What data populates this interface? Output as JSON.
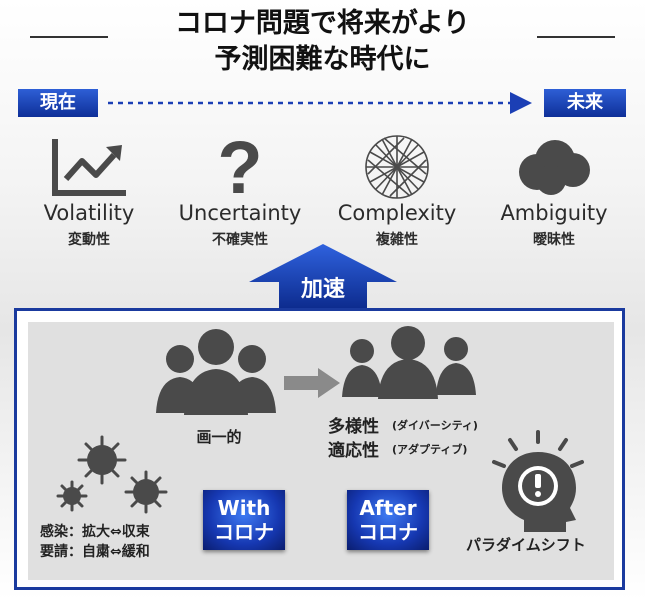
{
  "title": {
    "line1": "コロナ問題で将来がより",
    "line2": "予測困難な時代に"
  },
  "timeline": {
    "present_label": "現在",
    "future_label": "未来"
  },
  "vuca": [
    {
      "en": "Volatility",
      "jp": "変動性",
      "icon": "trend-chart-icon"
    },
    {
      "en": "Uncertainty",
      "jp": "不確実性",
      "icon": "question-mark-icon"
    },
    {
      "en": "Complexity",
      "jp": "複雑性",
      "icon": "tangled-network-icon"
    },
    {
      "en": "Ambiguity",
      "jp": "曖昧性",
      "icon": "cloud-icon"
    }
  ],
  "accelerate_label": "加速",
  "panel": {
    "uniform_label": "画一的",
    "diversity_label": "多様性",
    "diversity_note": "(ダイバーシティ)",
    "adaptive_label": "適応性",
    "adaptive_note": "(アダプティブ)",
    "infection_line1": "感染：拡大⇔収束",
    "infection_line2": "要請：自粛⇔緩和",
    "with_corona": {
      "top": "With",
      "bottom": "コロナ"
    },
    "after_corona": {
      "top": "After",
      "bottom": "コロナ"
    },
    "paradigm_label": "パラダイムシフト"
  },
  "colors": {
    "accent_blue": "#1638b2",
    "icon_gray": "#4a4a4a"
  }
}
